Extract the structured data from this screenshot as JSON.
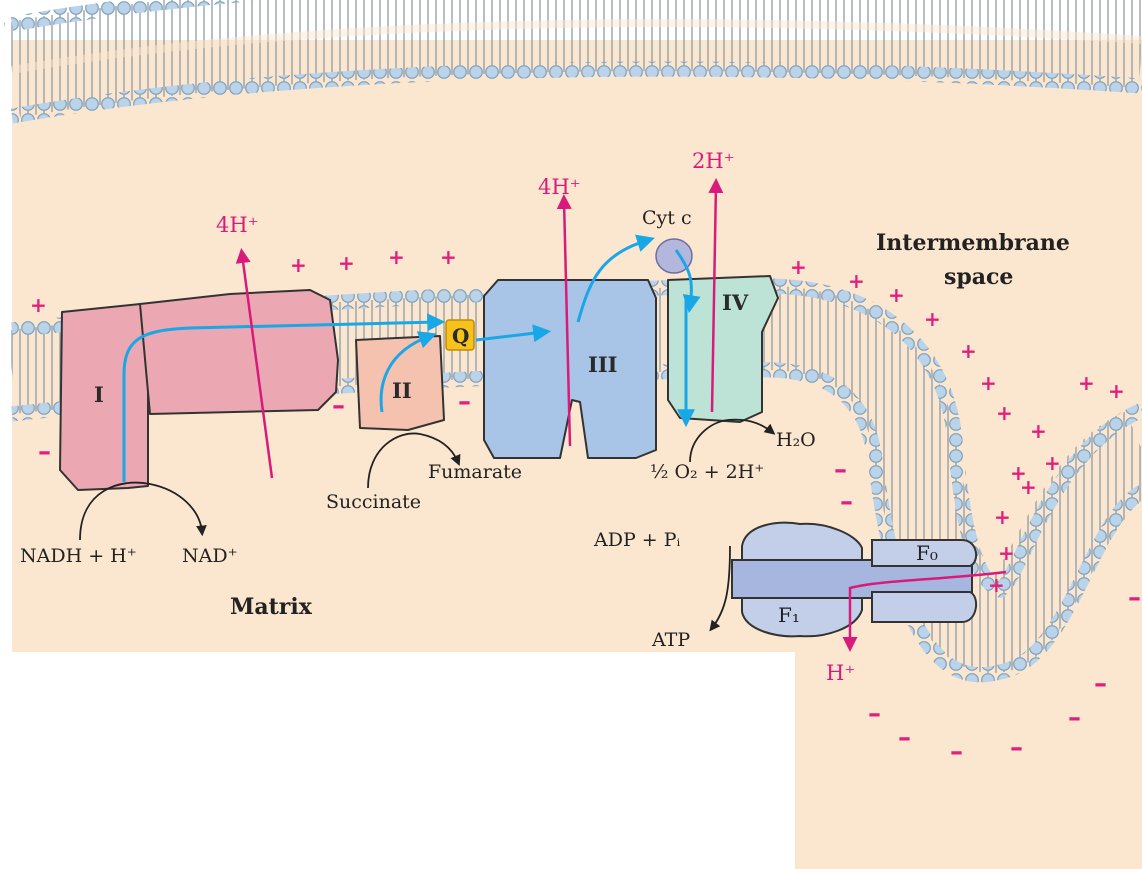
{
  "labels": {
    "intermembrane_line1": "Intermembrane",
    "intermembrane_line2": "space",
    "matrix": "Matrix",
    "nadh": "NADH + H⁺",
    "nad": "NAD⁺",
    "succinate": "Succinate",
    "fumarate": "Fumarate",
    "cyt_c": "Cyt c",
    "h2o": "H₂O",
    "o2": "½ O₂ + 2H⁺",
    "adp": "ADP + Pᵢ",
    "atp": "ATP",
    "h_plus": "H⁺"
  },
  "protons": {
    "complex_i": "4H⁺",
    "complex_iii": "4H⁺",
    "complex_iv": "2H⁺"
  },
  "complexes": {
    "i": "I",
    "ii": "II",
    "q": "Q",
    "iii": "III",
    "iv": "IV",
    "f0": "F₀",
    "f1": "F₁"
  },
  "charges": {
    "plus": "+",
    "minus": "–"
  },
  "colors": {
    "background": "#fbe7cf",
    "lipid_head": "#b9d3ea",
    "lipid_tail": "#8e9aa6",
    "complex_i": "#eba7b2",
    "complex_ii": "#f5c2b0",
    "complex_iii": "#a8c4e6",
    "complex_iv": "#bde3d6",
    "cyt_c": "#b4b7dd",
    "quinone": "#f6c21b",
    "atp_synthase": "#c3cfe9",
    "electron_path": "#1aa7e6",
    "proton_path": "#d81b7a"
  }
}
